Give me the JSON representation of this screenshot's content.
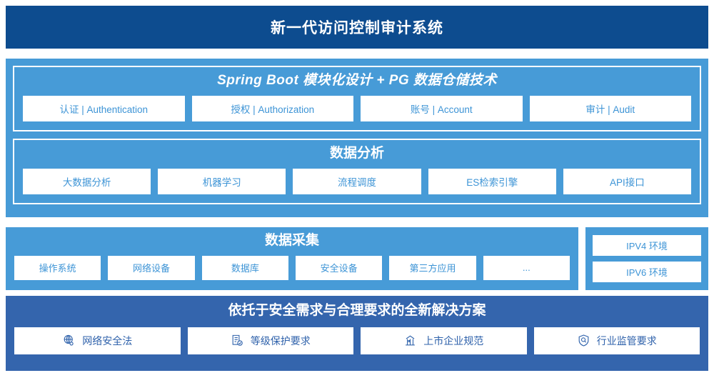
{
  "header": {
    "title": "新一代访问控制审计系统"
  },
  "architecture": {
    "platform": {
      "title": "Spring Boot 模块化设计 + PG 数据仓储技术",
      "cards": [
        {
          "label": "认证 | Authentication"
        },
        {
          "label": "授权 | Authorization"
        },
        {
          "label": "账号 | Account"
        },
        {
          "label": "审计 | Audit"
        }
      ]
    },
    "analysis": {
      "title": "数据分析",
      "cards": [
        {
          "label": "大数据分析"
        },
        {
          "label": "机器学习"
        },
        {
          "label": "流程调度"
        },
        {
          "label": "ES检索引擎"
        },
        {
          "label": "API接口"
        }
      ]
    },
    "collection": {
      "title": "数据采集",
      "cards": [
        {
          "label": "操作系统"
        },
        {
          "label": "网络设备"
        },
        {
          "label": "数据库"
        },
        {
          "label": "安全设备"
        },
        {
          "label": "第三方应用"
        },
        {
          "label": "..."
        }
      ]
    },
    "environment": {
      "cards": [
        {
          "label": "IPV4 环境"
        },
        {
          "label": "IPV6 环境"
        }
      ]
    },
    "solution": {
      "title": "依托于安全需求与合理要求的全新解决方案",
      "cards": [
        {
          "label": "网络安全法",
          "icon": "globe-network-icon"
        },
        {
          "label": "等级保护要求",
          "icon": "document-check-icon"
        },
        {
          "label": "上市企业规范",
          "icon": "bank-building-icon"
        },
        {
          "label": "行业监管要求",
          "icon": "shield-search-icon"
        }
      ]
    }
  },
  "colors": {
    "header_navy": "#0d4c8f",
    "panel_light_blue": "#479bd7",
    "solution_blue": "#3465ad",
    "card_text_blue": "#3d94d6",
    "solution_text_blue": "#2f62ab",
    "card_white": "#ffffff"
  }
}
